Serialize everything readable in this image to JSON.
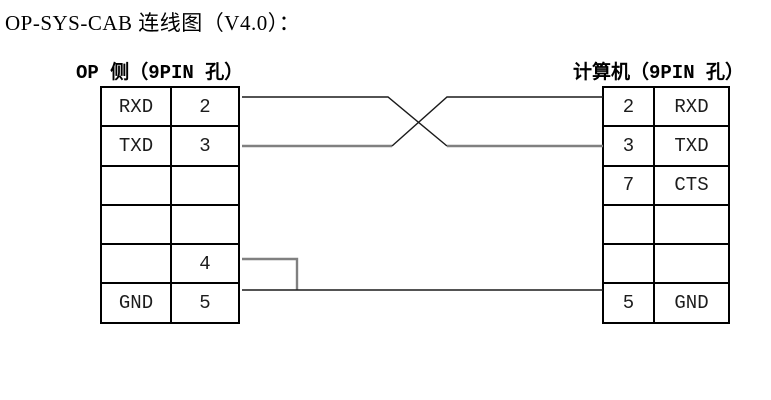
{
  "page": {
    "title": "OP-SYS-CAB 连线图（V4.0）："
  },
  "colors": {
    "wire_black": "#1a1a1a",
    "wire_gray": "#808080",
    "border_black": "#000000"
  },
  "left_connector": {
    "header": "OP 侧（9PIN 孔）",
    "rows": [
      {
        "signal": "RXD",
        "pin": "2"
      },
      {
        "signal": "TXD",
        "pin": "3"
      },
      {
        "signal": "",
        "pin": ""
      },
      {
        "signal": "",
        "pin": ""
      },
      {
        "signal": "",
        "pin": "4"
      },
      {
        "signal": "GND",
        "pin": "5"
      }
    ]
  },
  "right_connector": {
    "header": "计算机（9PIN 孔）",
    "rows": [
      {
        "pin": "2",
        "signal": "RXD"
      },
      {
        "pin": "3",
        "signal": "TXD"
      },
      {
        "pin": "7",
        "signal": "CTS"
      },
      {
        "pin": "",
        "signal": ""
      },
      {
        "pin": "",
        "signal": ""
      },
      {
        "pin": "5",
        "signal": "GND"
      }
    ]
  },
  "connections": [
    {
      "from": "OP pin 2 RXD",
      "to": "PC pin 3 TXD",
      "type": "crossed"
    },
    {
      "from": "OP pin 3 TXD",
      "to": "PC pin 2 RXD",
      "type": "crossed"
    },
    {
      "from": "OP pin 4",
      "to": "OP pin 5 GND",
      "type": "jumper"
    },
    {
      "from": "OP pin 5 GND",
      "to": "PC pin 5 GND",
      "type": "straight"
    }
  ]
}
